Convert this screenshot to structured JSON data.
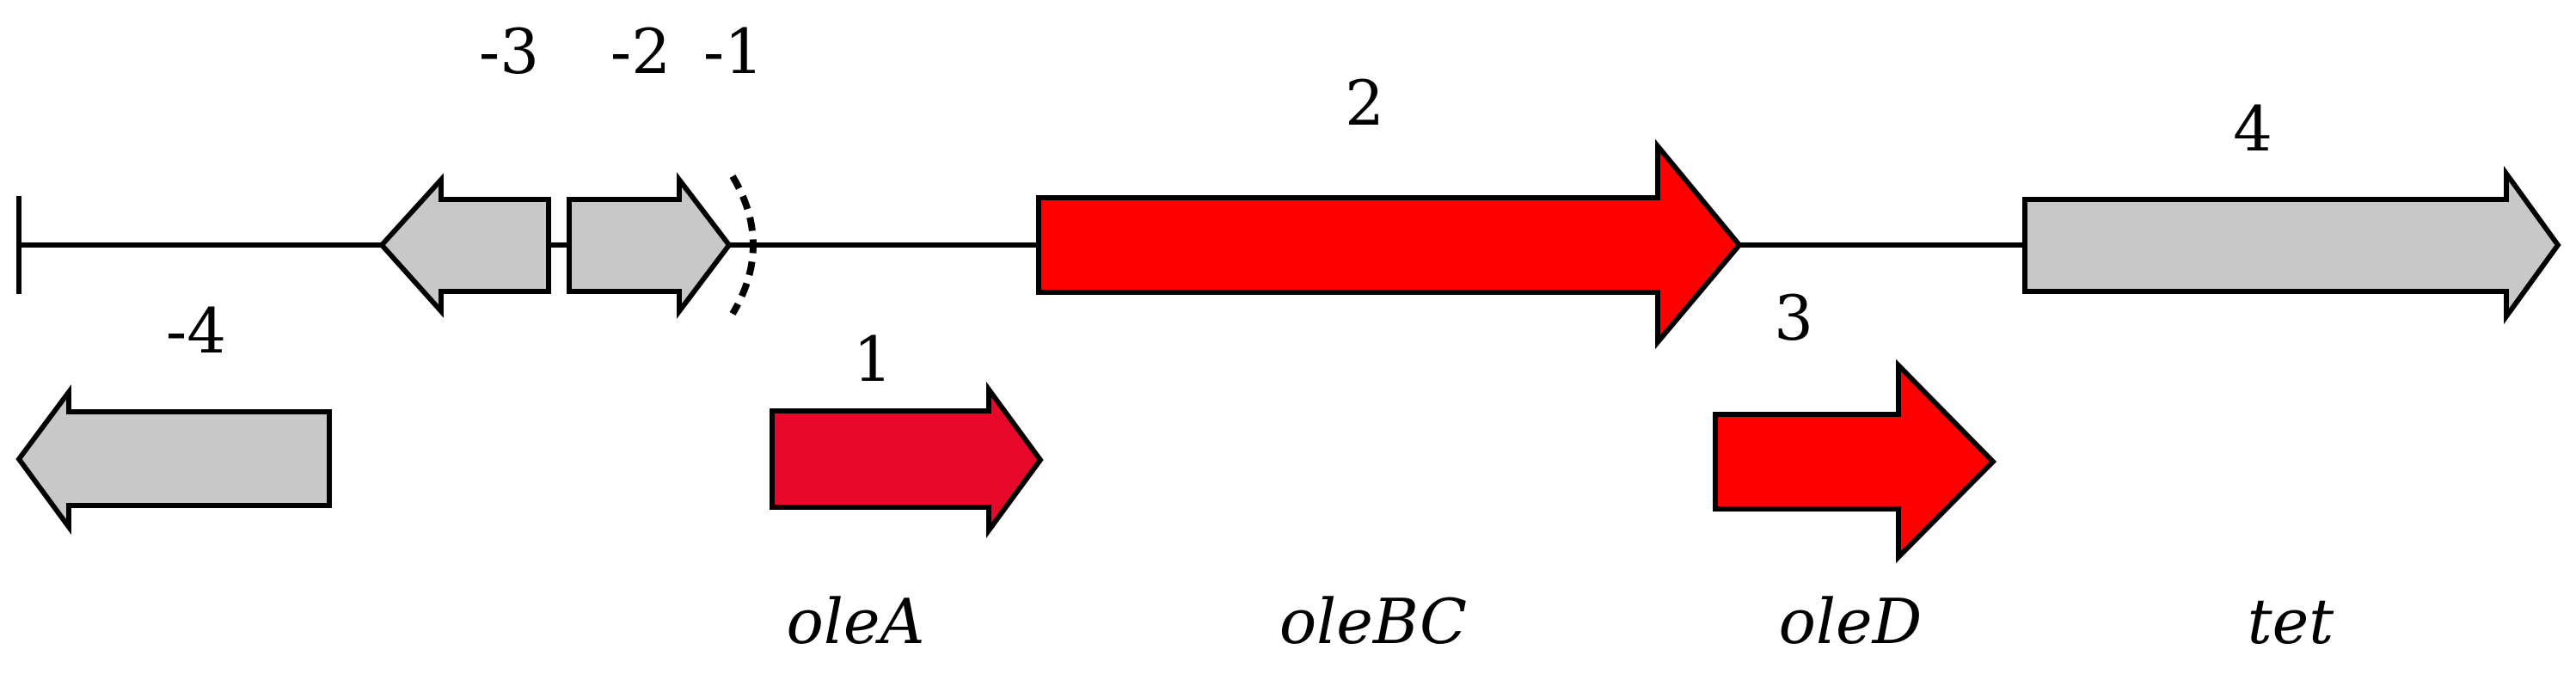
{
  "colors": {
    "red": "#ff0000",
    "crimson": "#e8082a",
    "gray": "#c8c8c8",
    "outline": "#000000",
    "background": "#ffffff"
  },
  "labels": {
    "n_neg3": "-3",
    "n_neg2": "-2",
    "n_neg1": "-1",
    "n_neg4": "-4",
    "n_1": "1",
    "n_2": "2",
    "n_3": "3",
    "n_4": "4"
  },
  "genes": {
    "oleA": "oleA",
    "oleBC": "oleBC",
    "oleD": "oleD",
    "tet": "tet"
  }
}
